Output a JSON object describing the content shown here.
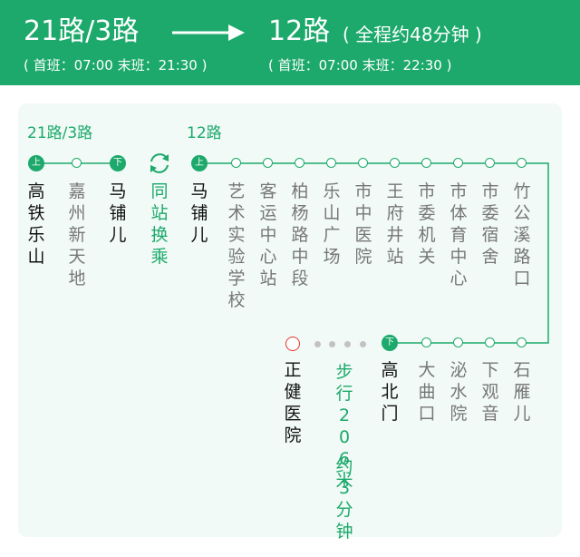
{
  "header": {
    "route_from": "21路/3路",
    "route_to": "12路",
    "total": "( 全程约48分钟 )",
    "from_times": "( 首班：07:00    末班：21:30 )",
    "to_times": "( 首班：07:00    末班：22:30 )",
    "arrow_icon": "right-arrow-icon"
  },
  "colors": {
    "green": "#1ca96b",
    "dest": "#e0372c",
    "dark": "#111111",
    "grey": "#777777"
  },
  "labels": {
    "route_a": "21路/3路",
    "route_b": "12路"
  },
  "badges": {
    "up": "上",
    "down": "下"
  },
  "stops": {
    "s1": "高铁乐山",
    "s2": "嘉州新天地",
    "s3": "马铺儿",
    "transfer": "同站换乘",
    "b1": "马铺儿",
    "b2": "艺术实验学校",
    "b3": "客运中心站",
    "b4": "柏杨路中段",
    "b5": "乐山广场",
    "b6": "市中医院",
    "b7": "王府井站",
    "b8": "市委机关",
    "b9": "市体育中心",
    "b10": "市委宿舍",
    "b11": "竹公溪路口",
    "c1": "石雁儿",
    "c2": "下观音",
    "c3": "泌水院",
    "c4": "大曲口",
    "c5": "高北门",
    "dest": "正健医院"
  },
  "walk": {
    "distance": "步行206米",
    "time": "约3分钟"
  }
}
